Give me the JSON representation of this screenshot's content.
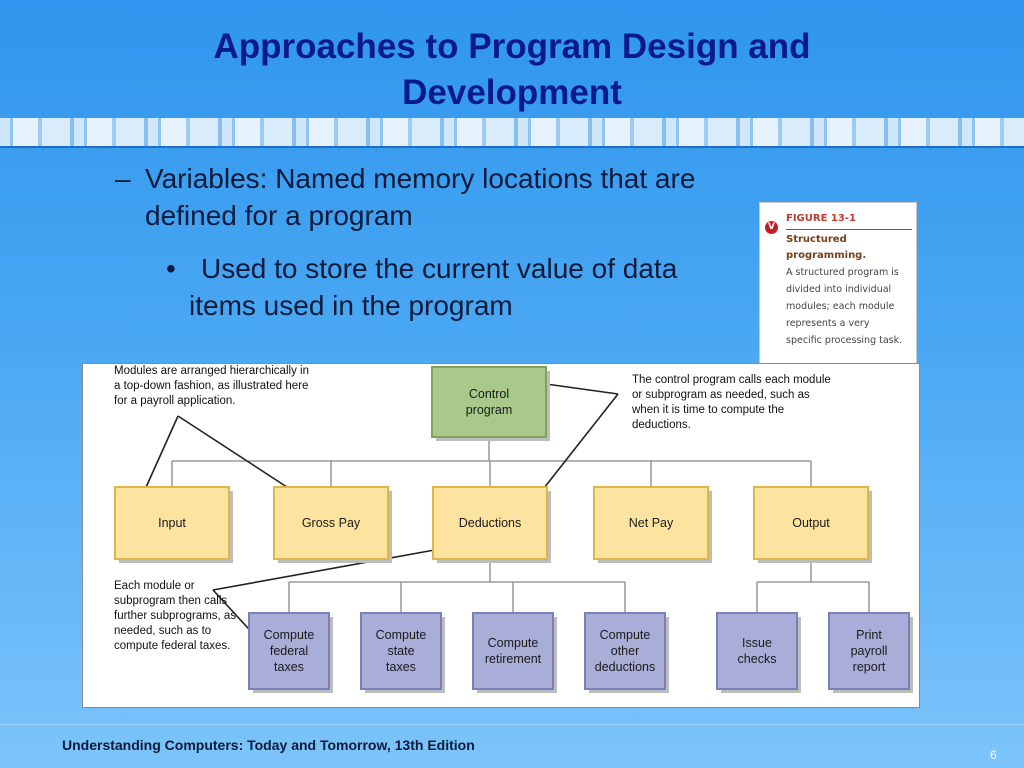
{
  "slide": {
    "title": "Approaches to Program Design and Development",
    "bullet_dash": "–",
    "bullet1": "Variables: Named memory locations that are defined for a program",
    "bullet_dot": "•",
    "bullet2": "Used to store the current value of data items used in the program",
    "footer": "Understanding Computers: Today and Tomorrow, 13th Edition",
    "page_number": "6"
  },
  "figure_panel": {
    "icon": "V",
    "number": "FIGURE 13-1",
    "title": "Structured programming.",
    "description": "A structured program is divided into individual modules; each module represents a very specific processing task."
  },
  "diagram": {
    "colors": {
      "control_fill": "#a9c98a",
      "control_stroke": "#7fa35f",
      "module_fill": "#fde3a0",
      "module_stroke": "#e0b54a",
      "sub_fill": "#a9aed8",
      "sub_stroke": "#7a80b8"
    },
    "control": "Control program",
    "modules": [
      "Input",
      "Gross Pay",
      "Deductions",
      "Net Pay",
      "Output"
    ],
    "subprograms": [
      "Compute federal taxes",
      "Compute state taxes",
      "Compute retirement",
      "Compute other deductions",
      "Issue checks",
      "Print payroll report"
    ],
    "note_hierarchy": "Modules are arranged hierarchically in a top-down fashion, as illustrated here for a payroll application.",
    "note_control": "The control program calls each module or subprogram as needed, such as when it is time to compute the deductions.",
    "note_subprogram": "Each module or subprogram then calls further subprograms, as needed, such as to compute federal taxes."
  }
}
